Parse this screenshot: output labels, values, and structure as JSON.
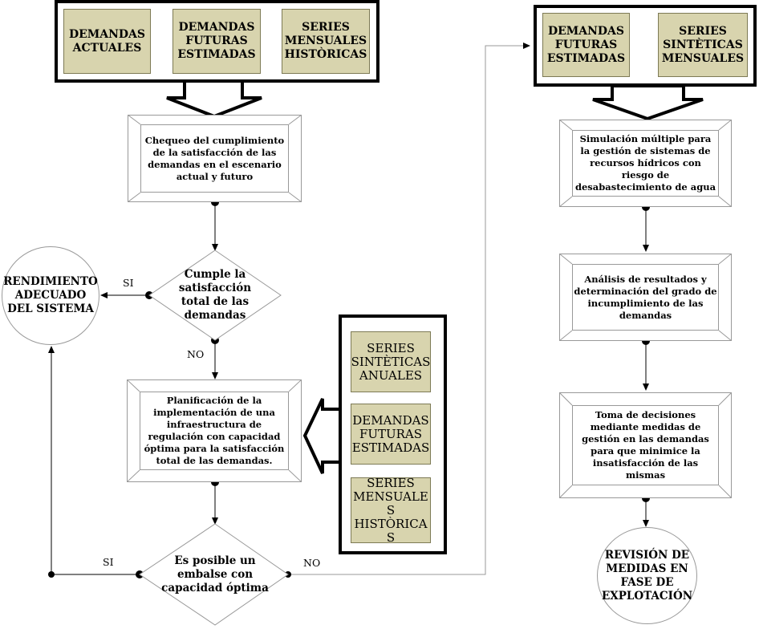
{
  "left_inputs": [
    "DEMANDAS ACTUALES",
    "DEMANDAS FUTURAS ESTIMADAS",
    "SERIES MENSUALES HISTÒRICAS"
  ],
  "right_inputs": [
    "DEMANDAS FUTURAS ESTIMADAS",
    "SERIES SINTÈTICAS MENSUALES"
  ],
  "side_inputs": [
    "SERIES SINTÈTICAS ANUALES",
    "DEMANDAS FUTURAS ESTIMADAS",
    "SERIES MENSUALE S HISTÒRICA S"
  ],
  "steps": {
    "check": "Chequeo del cumplimiento de la satisfacción de las demandas en el escenario actual y futuro",
    "planning": "Planificación de la implementación de una infraestructura de regulación con capacidad óptima para la satisfacción total de las demandas.",
    "simulation": "Simulación múltiple para la gestión de sistemas de recursos hídricos con riesgo de desabastecimiento de agua",
    "analysis": "Análisis de resultados y determinación del grado de incumplimiento de las demandas",
    "decisions": "Toma de decisiones mediante medidas de gestión en las demandas para que minimice la insatisfacción de las mismas"
  },
  "decisions": {
    "d1": "Cumple la satisfacción total de las demandas",
    "d2": "Es posible un embalse con capacidad óptima"
  },
  "terminals": {
    "rendimiento": "RENDIMIENTO ADECUADO DEL SISTEMA",
    "revision": "REVISIÓN DE MEDIDAS EN FASE DE EXPLOTACIÓN"
  },
  "labels": {
    "si1": "SI",
    "no1": "NO",
    "si2": "SI",
    "no2": "NO"
  }
}
